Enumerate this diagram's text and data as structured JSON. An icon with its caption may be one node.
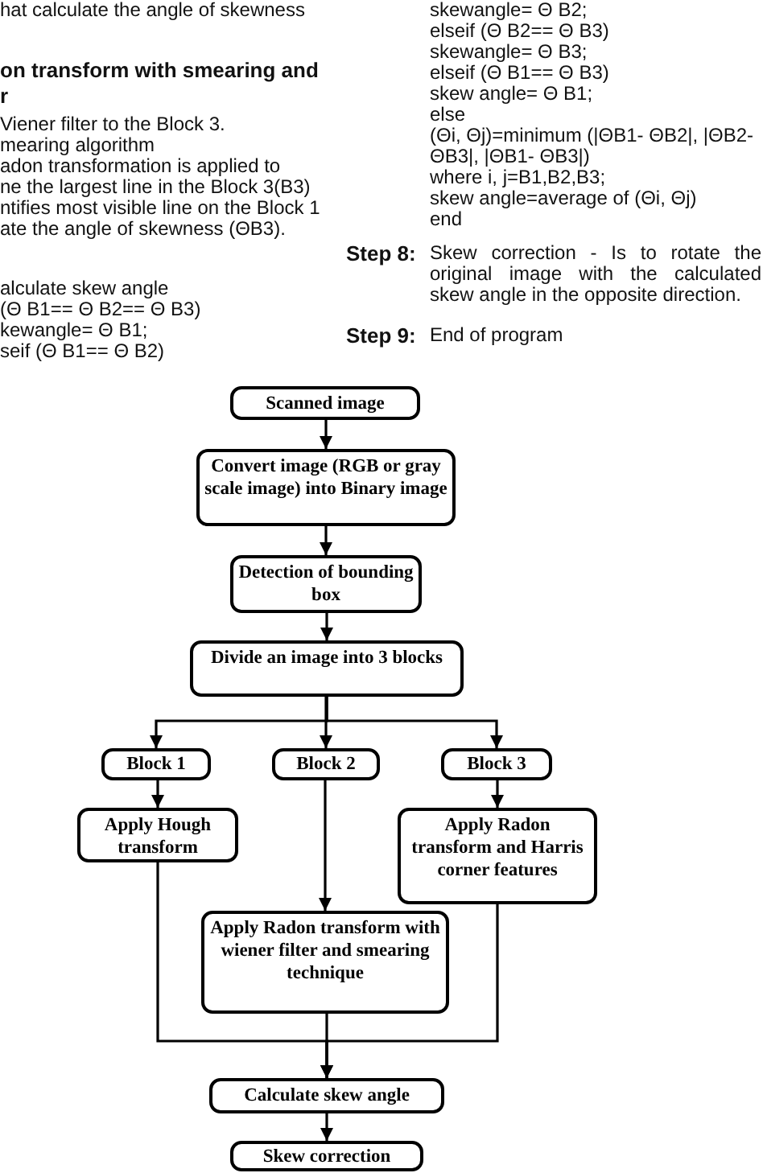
{
  "diagram": {
    "nodes": [
      {
        "text": [
          "Scanned image"
        ]
      },
      {
        "text": [
          "Convert image (RGB or gray scale image) into Binary image"
        ]
      },
      {
        "text": [
          "Detection of bounding box"
        ]
      },
      {
        "text": [
          "Divide an image into 3 blocks"
        ]
      },
      {
        "text": [
          "Block 1"
        ]
      },
      {
        "text": [
          "Block 2"
        ]
      },
      {
        "text": [
          "Block 3"
        ]
      },
      {
        "text": [
          "Apply Hough transform"
        ]
      },
      {
        "text": [
          "Apply Radon transform and Harris corner features"
        ]
      },
      {
        "text": [
          "Apply Radon transform with wiener filter and smearing technique"
        ]
      },
      {
        "text": [
          "Calculate skew angle"
        ]
      },
      {
        "text": [
          "Skew correction"
        ]
      }
    ],
    "edges": [
      {
        "from": 0,
        "to": 1,
        "arrow": "to"
      },
      {
        "from": 1,
        "to": 2,
        "arrow": "to"
      },
      {
        "from": 2,
        "to": 3,
        "arrow": "to"
      },
      {
        "from": 3,
        "to": 4,
        "arrow": "to"
      },
      {
        "from": 3,
        "to": 5,
        "arrow": "to"
      },
      {
        "from": 3,
        "to": 6,
        "arrow": "to"
      },
      {
        "from": 4,
        "to": 7,
        "arrow": "to"
      },
      {
        "from": 6,
        "to": 8,
        "arrow": "to"
      },
      {
        "from": 5,
        "to": 9,
        "arrow": "to"
      },
      {
        "from": 7,
        "to": 10,
        "arrow": "to"
      },
      {
        "from": 9,
        "to": 10,
        "arrow": "to"
      },
      {
        "from": 8,
        "to": 10,
        "arrow": "to"
      },
      {
        "from": 10,
        "to": 11,
        "arrow": "to"
      }
    ],
    "labels": [
      "hat calculate the angle of skewness",
      "on transform with smearing and",
      "r",
      "Viener filter to the Block 3.",
      "mearing algorithm",
      "adon transformation is applied to",
      "ne the largest line in the Block 3(B3)",
      "ntifies most visible line on the Block 1",
      "ate the angle of skewness (ΘB3).",
      "alculate skew angle",
      "(Θ B1== Θ B2== Θ B3)",
      "kewangle= Θ B1;",
      "seif (Θ B1== Θ B2)",
      "skewangle= Θ B2;",
      "elseif (Θ B2== Θ B3)",
      "skewangle= Θ B3;",
      "elseif (Θ B1== Θ B3)",
      "skew angle= Θ B1;",
      "else",
      "(Θi, Θj)=minimum (|ΘB1- ΘB2|, |ΘB2-",
      "ΘB3|, |ΘB1- ΘB3|)",
      "where i, j=B1,B2,B3;",
      "skew angle=average of (Θi, Θj)",
      "end",
      "Step 8:",
      "Skew correction - Is to rotate the original image with the calculated skew angle in the opposite direction.",
      "Step 9:",
      "End of program"
    ]
  }
}
